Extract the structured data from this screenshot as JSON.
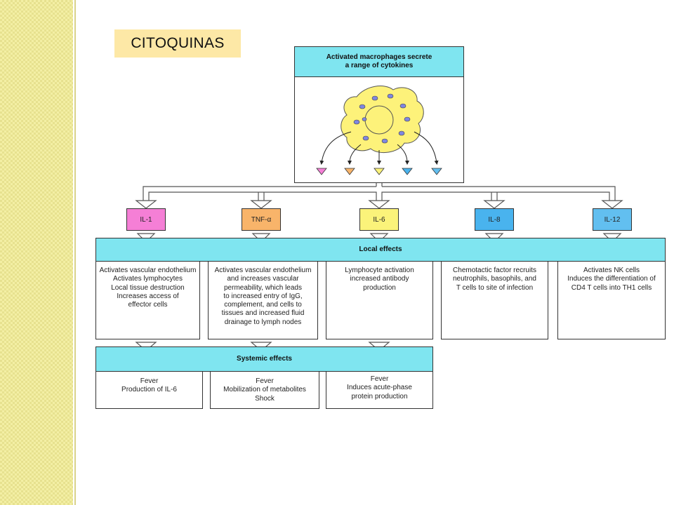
{
  "slide": {
    "title": "CITOQUINAS"
  },
  "diagram": {
    "top_header": "Activated macrophages secrete\na range of cytokines",
    "cytokines": [
      {
        "label": "IL-1",
        "color": "#f57fd6"
      },
      {
        "label": "TNF-α",
        "color": "#f8b46a"
      },
      {
        "label": "IL-6",
        "color": "#fbf37a"
      },
      {
        "label": "IL-8",
        "color": "#49b3ee"
      },
      {
        "label": "IL-12",
        "color": "#62bff0"
      }
    ],
    "local_header": "Local effects",
    "local_effects": [
      "Activates vascular endothelium\nActivates lymphocytes\nLocal tissue destruction\nIncreases access of\neffector cells",
      "Activates vascular endothelium\nand increases vascular\npermeability, which leads\nto increased entry of IgG,\ncomplement, and cells to\ntissues and increased fluid\ndrainage to lymph nodes",
      "Lymphocyte activation\nincreased antibody\nproduction",
      "Chemotactic factor recruits\nneutrophils, basophils, and\nT cells to site of infection",
      "Activates NK cells\nInduces the differentiation of\nCD4 T cells into TH1 cells"
    ],
    "systemic_header": "Systemic effects",
    "systemic_effects": [
      "Fever\nProduction of IL-6",
      "Fever\nMobilization of metabolites\nShock",
      "Fever\nInduces acute-phase\nprotein production"
    ],
    "colors": {
      "header_fill": "#7fe5f0",
      "macrophage_fill": "#fdf27a",
      "nucleus_dot": "#7f86e0"
    }
  }
}
